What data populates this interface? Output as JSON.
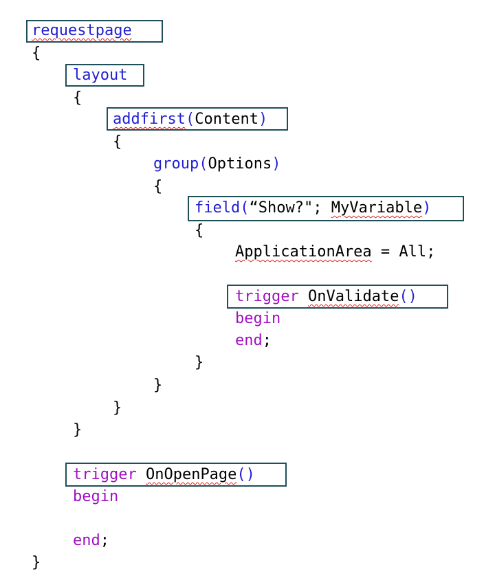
{
  "code": {
    "requestpage_kw": "requestpage",
    "brace_open_1": "{",
    "layout_kw": "layout",
    "brace_open_2": "{",
    "addfirst_kw": "addfirst",
    "addfirst_paren_open": "(",
    "addfirst_arg": "Content",
    "addfirst_paren_close": ")",
    "brace_open_3": "{",
    "group_kw": "group",
    "group_paren_open": "(",
    "group_arg": "Options",
    "group_paren_close": ")",
    "brace_open_4": "{",
    "field_kw": "field",
    "field_paren_open": "(",
    "field_caption": "“Show?\";",
    "field_space": " ",
    "field_var": "MyVariable",
    "field_paren_close": ")",
    "brace_open_5": "{",
    "appArea_prop": "ApplicationArea",
    "appArea_rest": " = All;",
    "trigger_kw_1": "trigger",
    "space_1": " ",
    "onvalidate_name": "OnValidate",
    "onvalidate_parens": "()",
    "begin_1": "begin",
    "end_1": "end",
    "semi_1": ";",
    "brace_close_5": "}",
    "brace_close_4": "}",
    "brace_close_3": "}",
    "brace_close_2": "}",
    "trigger_kw_2": "trigger",
    "space_2": " ",
    "onopenpage_name": "OnOpenPage",
    "onopenpage_parens": "()",
    "begin_2": "begin",
    "end_2": "end",
    "semi_2": ";",
    "brace_close_1": "}"
  },
  "colors": {
    "keyword": "#1f1fd1",
    "trigger_keyword": "#a010c0",
    "text": "#000000",
    "highlight_box": "#1d4e5a",
    "squiggle": "#e02020"
  }
}
